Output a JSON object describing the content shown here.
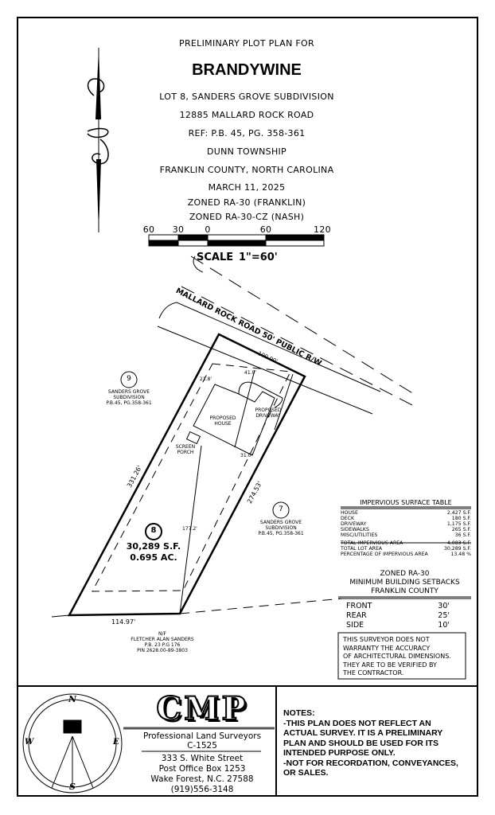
{
  "header": {
    "line1": "PRELIMINARY PLOT PLAN FOR",
    "title": "BRANDYWINE",
    "lot": "LOT 8, SANDERS GROVE SUBDIVISION",
    "address": "12885 MALLARD ROCK ROAD",
    "ref": "REF: P.B. 45, PG. 358-361",
    "township": "DUNN TOWNSHIP",
    "county": "FRANKLIN COUNTY, NORTH CAROLINA",
    "date": "MARCH 11, 2025",
    "zoning1": "ZONED RA-30 (FRANKLIN)",
    "zoning2": "ZONED RA-30-CZ (NASH)"
  },
  "scale_bar": {
    "ticks": [
      "60",
      "30",
      "0",
      "60",
      "120"
    ],
    "label": "SCALE",
    "ratio": "1\"=60'"
  },
  "plan": {
    "road": "MALLARD ROCK ROAD 50' PUBLIC R/W",
    "front": "100.00'",
    "left_side": "331.26'",
    "right_side": "274.53'",
    "rear": "114.97'",
    "dim_41": "41.0'",
    "dim_21": "21.8'",
    "dim_31": "31.0'",
    "dim_177": "177.2'",
    "house": "PROPOSED HOUSE",
    "driveway": "PROPOSED DRIVEWAY",
    "porch": "SCREEN PORCH",
    "lot_number": "8",
    "lot_area_sf": "30,289 S.F.",
    "lot_area_ac": "0.695 AC.",
    "lot9": {
      "number": "9",
      "line1": "SANDERS GROVE",
      "line2": "SUBDIVISION",
      "line3": "P.B.45, PG.358-361"
    },
    "lot7": {
      "number": "7",
      "line1": "SANDERS GROVE",
      "line2": "SUBDIVISION",
      "line3": "P.B.45, PG.358-361"
    },
    "rear_owner": {
      "line1": "N/F",
      "line2": "FLETCHER ALAN SANDERS",
      "line3": "P.B. 23 P.G 176",
      "line4": "PIN 2628.00-89-3803"
    }
  },
  "impervious": {
    "title": "IMPERVIOUS SURFACE TABLE",
    "rows": [
      {
        "label": "HOUSE",
        "value": "2,427 S.F."
      },
      {
        "label": "DECK",
        "value": "180 S.F."
      },
      {
        "label": "DRIVEWAY",
        "value": "1,175 S.F."
      },
      {
        "label": "SIDEWALKS",
        "value": "265 S.F."
      },
      {
        "label": "MISC/UTILITIES",
        "value": "36 S.F."
      }
    ],
    "totals": [
      {
        "label": "TOTAL IMPERVIOUS AREA",
        "value": "4,083 S.F."
      },
      {
        "label": "TOTAL LOT AREA",
        "value": "30,289 S.F."
      },
      {
        "label": "PERCENTAGE OF IMPERVIOUS AREA",
        "value": "13.48 %"
      }
    ]
  },
  "setbacks": {
    "line1": "ZONED RA-30",
    "line2": "MINIMUM BUILDING SETBACKS",
    "line3": "FRANKLIN COUNTY",
    "rows": [
      {
        "label": "FRONT",
        "value": "30'"
      },
      {
        "label": "REAR",
        "value": "25'"
      },
      {
        "label": "SIDE",
        "value": "10'"
      }
    ]
  },
  "disclaimer": [
    "THIS SURVEYOR DOES NOT",
    "WARRANTY THE ACCURACY",
    "OF ARCHITECTURAL DIMENSIONS.",
    "THEY ARE TO BE VERIFIED BY",
    "THE CONTRACTOR."
  ],
  "title_block": {
    "logo": "CMP",
    "compass": {
      "n": "N",
      "s": "S",
      "e": "E",
      "w": "W"
    },
    "tagline": "Professional Land Surveyors",
    "license": "C-1525",
    "street": "333 S. White Street",
    "po_box": "Post Office Box 1253",
    "city": "Wake Forest, N.C. 27588",
    "phone": "(919)556-3148"
  },
  "notes": {
    "heading": "NOTES:",
    "lines": [
      "-THIS PLAN DOES NOT REFLECT AN",
      "ACTUAL SURVEY. IT IS A PRELIMINARY",
      "PLAN AND SHOULD BE USED FOR ITS",
      "INTENDED PURPOSE ONLY.",
      "-NOT FOR RECORDATION, CONVEYANCES,",
      "OR SALES."
    ]
  }
}
